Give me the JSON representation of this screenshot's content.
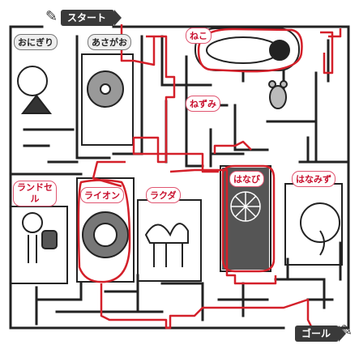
{
  "start_label": "スタート",
  "goal_label": "ゴール",
  "pictures": [
    {
      "id": "onigiri",
      "label": "おにぎり"
    },
    {
      "id": "asagao",
      "label": "あさがお"
    },
    {
      "id": "neko",
      "label": "ねこ"
    },
    {
      "id": "nezumi",
      "label": "ねずみ"
    },
    {
      "id": "randoseru",
      "label": "ランドセル"
    },
    {
      "id": "raion",
      "label": "ライオン"
    },
    {
      "id": "rakuda",
      "label": "ラクダ"
    },
    {
      "id": "hanabi",
      "label": "はなび"
    },
    {
      "id": "hanamizu",
      "label": "はなみず"
    }
  ],
  "colors": {
    "solution_path": "#d4202a",
    "walls": "#222222",
    "label_pink": "#e05570"
  }
}
